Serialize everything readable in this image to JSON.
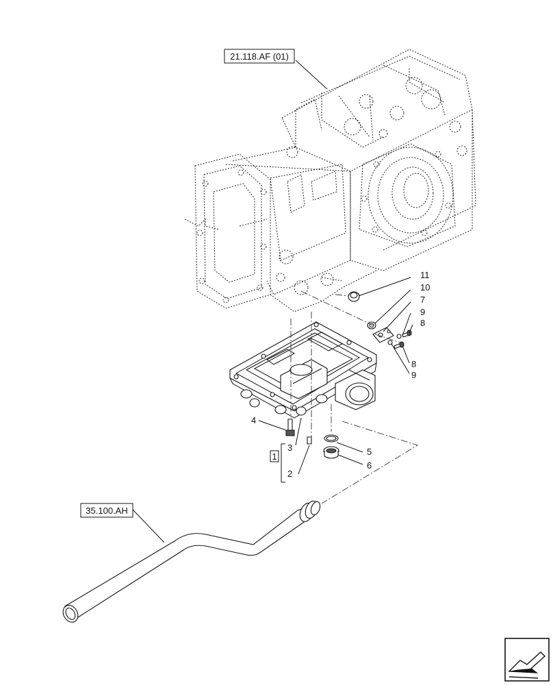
{
  "references": {
    "housing_ref": "21.118.AF (01)",
    "pipe_ref": "35.100.AH"
  },
  "group_label": "1",
  "callouts": {
    "c11": "11",
    "c10": "10",
    "c7": "7",
    "c9a": "9",
    "c8a": "8",
    "c8b": "8",
    "c9b": "9",
    "c4": "4",
    "c3": "3",
    "c2": "2",
    "c5": "5",
    "c6": "6"
  },
  "icons": {
    "nav": "next-page-arrow-icon"
  }
}
